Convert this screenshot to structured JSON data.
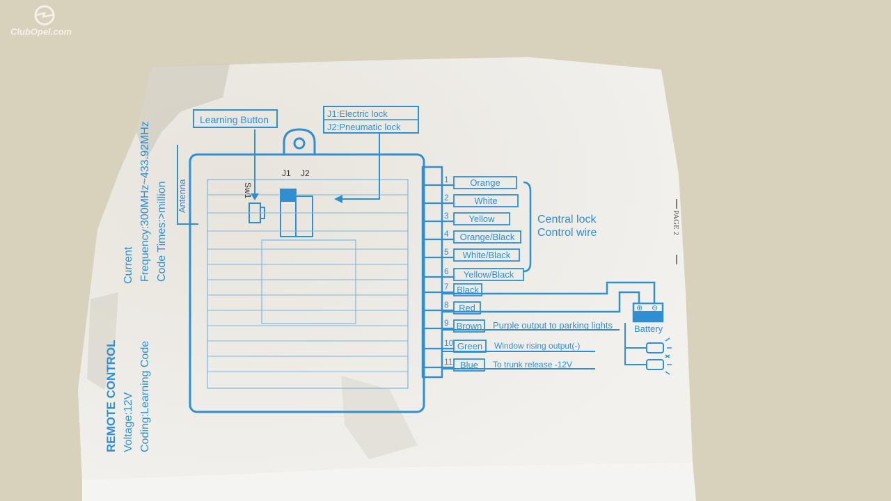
{
  "watermark": {
    "text": "ClubOpel.com"
  },
  "module": {
    "learning_button": "Learning Button",
    "jumper_j1": "J1:Electric lock",
    "jumper_j2": "J2:Pneumatic lock",
    "sw1_label": "Sw1",
    "j1_label": "J1",
    "j2_label": "J2",
    "antenna_label": "Antenna"
  },
  "specs": {
    "current": "Current",
    "frequency": "Frequency:300MHz~433.92MHz",
    "code_times": "Code Times:>million",
    "coding": "Coding:Learning Code",
    "voltage": "Voltage:12V",
    "title": "REMOTE CONTROL"
  },
  "wires": [
    {
      "num": "1",
      "color": "Orange"
    },
    {
      "num": "2",
      "color": "White"
    },
    {
      "num": "3",
      "color": "Yellow"
    },
    {
      "num": "4",
      "color": "Orange/Black"
    },
    {
      "num": "5",
      "color": "White/Black"
    },
    {
      "num": "6",
      "color": "Yellow/Black"
    },
    {
      "num": "7",
      "color": "Black"
    },
    {
      "num": "8",
      "color": "Red"
    },
    {
      "num": "9",
      "color": "Brown",
      "note": "Purple output to parking lights"
    },
    {
      "num": "10",
      "color": "Green",
      "note": "Window rising output(-)"
    },
    {
      "num": "11",
      "color": "Blue",
      "note": "To trunk release -12V"
    }
  ],
  "central_lock": {
    "line1": "Central lock",
    "line2": "Control wire"
  },
  "battery": {
    "label": "Battery",
    "plus": "⊕",
    "minus": "⊖"
  },
  "page_label": "PAGE 2",
  "colors": {
    "ink": "#2f8fd0",
    "paper": "#efeeea",
    "table": "#d9d2bd"
  }
}
